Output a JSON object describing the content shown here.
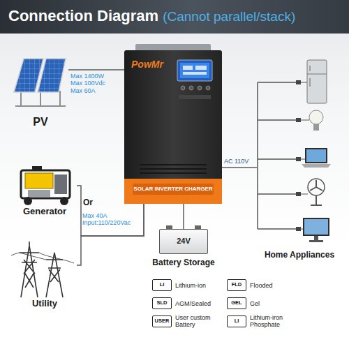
{
  "diagram": {
    "title": "Connection Diagram",
    "nodes": [
      {
        "text": [
          "PV"
        ]
      },
      {
        "text": [
          "Generator"
        ]
      },
      {
        "text": [
          "Utility"
        ]
      },
      {
        "text": [
          "PowMr",
          "SOLAR INVERTER CHARGER"
        ]
      },
      {
        "text": [
          "24V",
          "Battery Storage"
        ]
      },
      {
        "text": [
          "Home Appliances"
        ]
      },
      {
        "text": [
          "LI",
          "Lithium-ion"
        ]
      },
      {
        "text": [
          "FLD",
          "Flooded"
        ]
      },
      {
        "text": [
          "SLD",
          "AGM/Sealed"
        ]
      },
      {
        "text": [
          "GEL",
          "Gel"
        ]
      },
      {
        "text": [
          "USER",
          "User custom Battery"
        ]
      },
      {
        "text": [
          "LI",
          "Lithium-iron Phosphate"
        ]
      }
    ],
    "edges": [
      {
        "from": 0,
        "to": 3,
        "arrow": "none",
        "label": "Max 1400W Max 100Vdc Max 60A"
      },
      {
        "from": 1,
        "to": 3,
        "arrow": "none",
        "label": "Max 40A Input:110/220Vac"
      },
      {
        "from": 2,
        "to": 3,
        "arrow": "none"
      },
      {
        "from": 3,
        "to": 4,
        "arrow": "none"
      },
      {
        "from": 3,
        "to": 5,
        "arrow": "none",
        "label": "AC 110V"
      }
    ],
    "labels": [
      "(Cannot parallel/stack)",
      "Or"
    ]
  }
}
